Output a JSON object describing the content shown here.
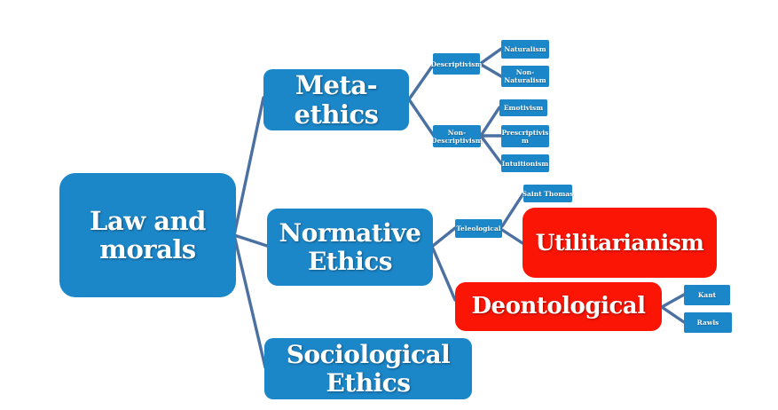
{
  "title": "Law and morals ethics diagram",
  "colors": {
    "node_blue": "#1B86C8",
    "node_red": "#FA1505",
    "connector": "#4B70A2",
    "node_text": "#FFFFFF",
    "background": "#FFFFFF"
  },
  "nodes": {
    "law": {
      "label": "Law and\nmorals",
      "color": "#1B86C8"
    },
    "meta": {
      "label": "Meta-\nethics",
      "color": "#1B86C8"
    },
    "normative": {
      "label": "Normative\nEthics",
      "color": "#1B86C8"
    },
    "sociological": {
      "label": "Sociological\nEthics",
      "color": "#1B86C8"
    },
    "descriptivism": {
      "label": "Descriptivism",
      "color": "#1B86C8"
    },
    "naturalism": {
      "label": "Naturalism",
      "color": "#1B86C8"
    },
    "non_naturalism": {
      "label": "Non-\nNaturalism",
      "color": "#1B86C8"
    },
    "non_descriptivism": {
      "label": "Non-\nDescriptivism",
      "color": "#1B86C8"
    },
    "emotivism": {
      "label": "Emotivism",
      "color": "#1B86C8"
    },
    "prescriptivism": {
      "label": "Prescriptivism",
      "color": "#1B86C8"
    },
    "intuitionism": {
      "label": "Intuitionism",
      "color": "#1B86C8"
    },
    "teleological": {
      "label": "Teleological",
      "color": "#1B86C8"
    },
    "saint_thomas": {
      "label": "Saint Thomas",
      "color": "#1B86C8"
    },
    "utilitarianism": {
      "label": "Utilitarianism",
      "color": "#FA1505"
    },
    "deontological": {
      "label": "Deontological",
      "color": "#FA1505"
    },
    "kant": {
      "label": "Kant",
      "color": "#1B86C8"
    },
    "rawls": {
      "label": "Rawls",
      "color": "#1B86C8"
    }
  },
  "edges": [
    {
      "from": "law",
      "to": "meta"
    },
    {
      "from": "law",
      "to": "normative"
    },
    {
      "from": "law",
      "to": "sociological"
    },
    {
      "from": "meta",
      "to": "descriptivism"
    },
    {
      "from": "meta",
      "to": "non_descriptivism"
    },
    {
      "from": "descriptivism",
      "to": "naturalism"
    },
    {
      "from": "descriptivism",
      "to": "non_naturalism"
    },
    {
      "from": "non_descriptivism",
      "to": "emotivism"
    },
    {
      "from": "non_descriptivism",
      "to": "prescriptivism"
    },
    {
      "from": "non_descriptivism",
      "to": "intuitionism"
    },
    {
      "from": "normative",
      "to": "teleological"
    },
    {
      "from": "normative",
      "to": "deontological"
    },
    {
      "from": "teleological",
      "to": "saint_thomas"
    },
    {
      "from": "teleological",
      "to": "utilitarianism"
    },
    {
      "from": "deontological",
      "to": "kant"
    },
    {
      "from": "deontological",
      "to": "rawls"
    }
  ]
}
